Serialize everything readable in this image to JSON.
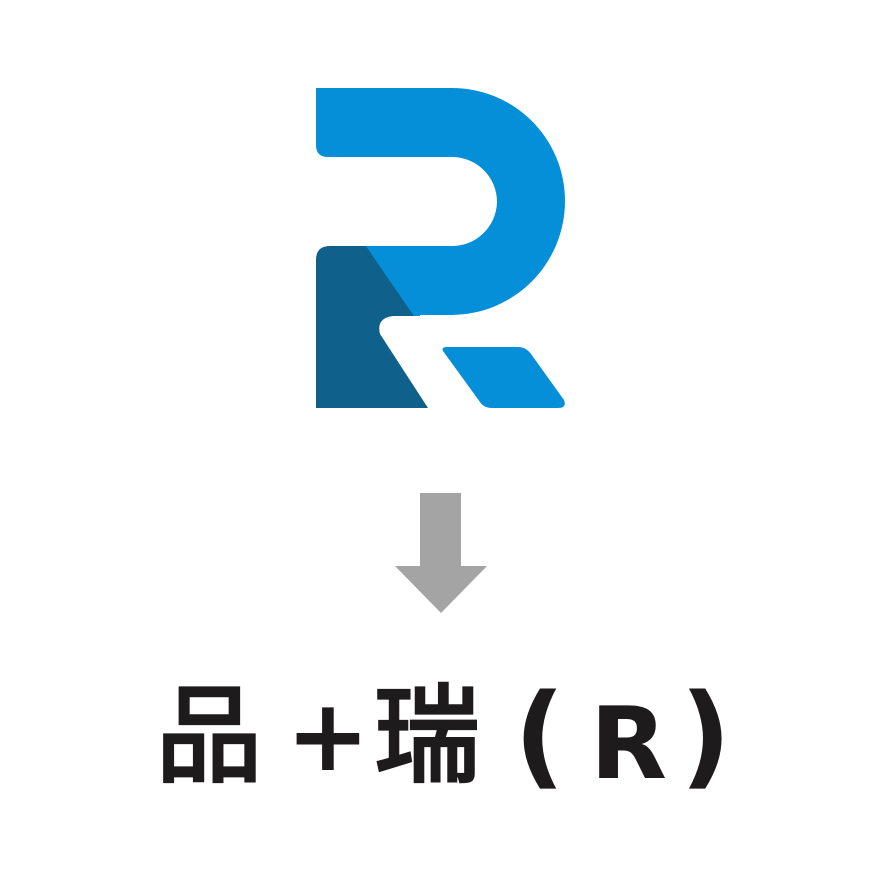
{
  "logo": {
    "letter": "R",
    "colors": {
      "primary_blue": "#058fd8",
      "dark_blue": "#10608c",
      "background": "#ffffff"
    }
  },
  "arrow": {
    "icon": "arrow-down-icon",
    "color": "#a4a4a4"
  },
  "caption": {
    "full_text": "品 + 瑞（R）",
    "glyphs": {
      "pin": "品",
      "plus": "+",
      "rui": "瑞",
      "left_paren": "(",
      "letter": "R",
      "right_paren": ")"
    },
    "color": "#1e1b1c"
  }
}
